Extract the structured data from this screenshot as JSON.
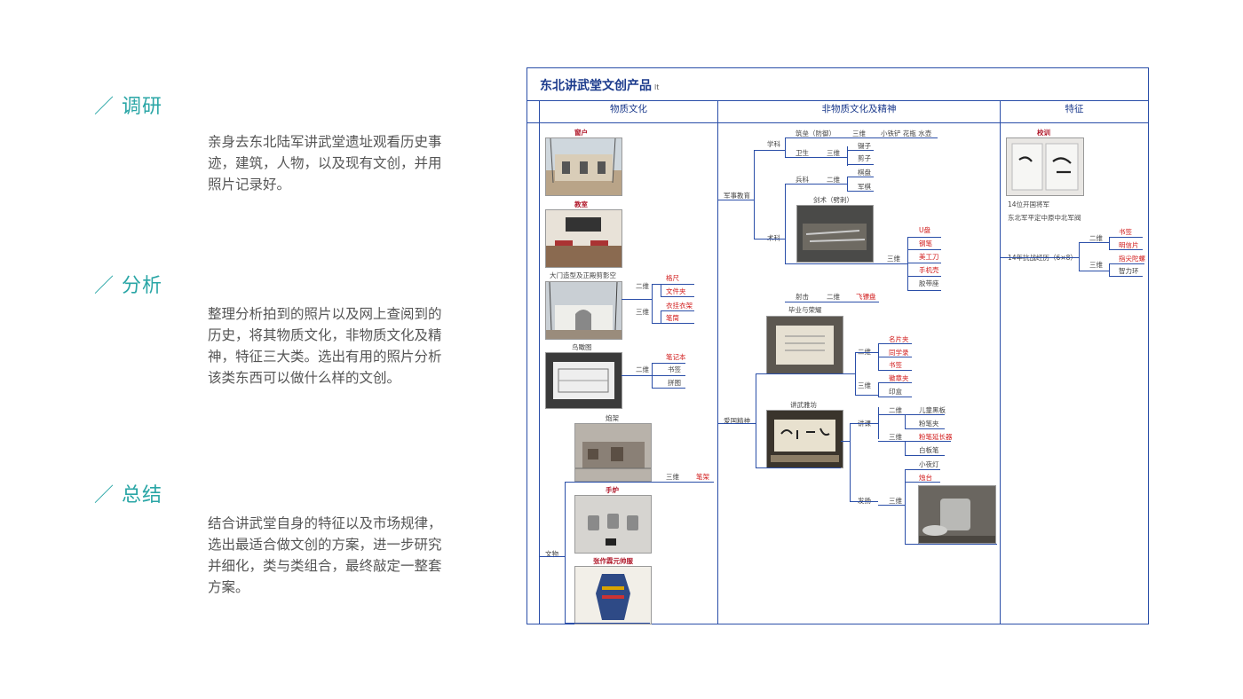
{
  "sections": [
    {
      "title": "调研",
      "slash": "／",
      "body": "亲身去东北陆军讲武堂遗址观看历史事迹，建筑，人物，以及现有文创，并用照片记录好。"
    },
    {
      "title": "分析",
      "slash": "／",
      "body": "整理分析拍到的照片以及网上查阅到的历史，将其物质文化，非物质文化及精神，特征三大类。选出有用的照片分析该类东西可以做什么样的文创。"
    },
    {
      "title": "总结",
      "slash": "／",
      "body": "结合讲武堂自身的特征以及市场规律，选出最适合做文创的方案，进一步研究并细化，类与类组合，最终敲定一整套方案。"
    }
  ],
  "mindmap": {
    "title": "东北讲武堂文创产品",
    "title_tag": "lt",
    "columns": [
      "物质文化",
      "非物质文化及精神",
      "特征"
    ],
    "material": {
      "window": "窗户",
      "classroom": "教室",
      "gate_caption": "大门造型及正殿剪影空",
      "gate_2d": "二维",
      "gate_2d_items": [
        "格尺",
        "文件夹"
      ],
      "gate_3d": "三维",
      "gate_3d_items": [
        "衣挂衣架",
        "笔筒"
      ],
      "aerial": "鸟瞰图",
      "aerial_2d": "二维",
      "aerial_items": [
        "笔记本",
        "书签",
        "拼图"
      ],
      "gun_rack": "炮架",
      "gun_3d": "三维",
      "gun_item": "笔架",
      "relics": "文物",
      "grenade": "手炉",
      "marshal": "张作霖元帅服"
    },
    "intangible": {
      "military": "军事教育",
      "subjects": "学科",
      "building_row": [
        "筑垒（防御）",
        "三维",
        "小铁铲 花瓶 水壶"
      ],
      "guard": "卫生",
      "guard_3d": "三维",
      "guard_items": [
        "镊子",
        "剪子"
      ],
      "infantry": "兵科",
      "infantry_2d": "二维",
      "infantry_items": [
        "棋盘",
        "军棋"
      ],
      "swordplay": "剑术（劈刺）",
      "tactics": "术科",
      "tactics_3d": "三维",
      "tactics_items": [
        "U盘",
        "钢笔",
        "美工刀",
        "手机壳",
        "胶带座"
      ],
      "shooting": "射击",
      "shooting_2d": "二维",
      "shooting_item": "飞镖盘",
      "graduation": "毕业与荣耀",
      "spirit": "爱国精神",
      "grad_2d": "二维",
      "grad_2d_items": [
        "名片夹",
        "同学录",
        "书签"
      ],
      "grad_3d": "三维",
      "grad_3d_items": [
        "徽章夹",
        "印盒"
      ],
      "lecture_hall_caption": "讲武雅坊",
      "lecture": "讲课",
      "lec_2d": "二维",
      "lec_2d_items": [
        "儿童黑板",
        "粉笔夹"
      ],
      "lec_3d": "三维",
      "lec_3d_items": [
        "粉笔延长器",
        "白板笔"
      ],
      "develop": "发扬",
      "dev_3d": "三维",
      "dev_items": [
        "小夜灯",
        "烛台"
      ]
    },
    "features": {
      "badge": "校训",
      "lines": [
        "14位开国将军",
        "东北军平定中原中北军阀"
      ],
      "war": "14年抗战经历（6×8）",
      "war_2d": "二维",
      "war_2d_items": [
        "书签",
        "明信片"
      ],
      "war_3d": "三维",
      "war_3d_items": [
        "指尖陀螺",
        "智力环"
      ]
    }
  }
}
